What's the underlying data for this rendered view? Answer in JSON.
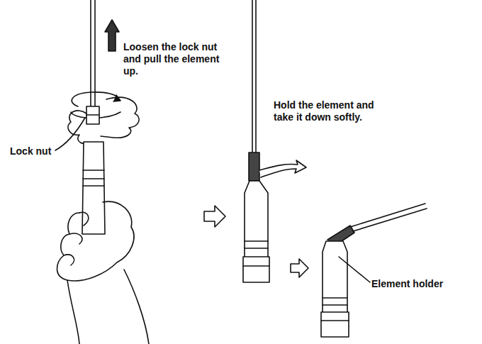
{
  "diagram": {
    "labels": [
      "Loosen the lock nut and pull the element up.",
      "Lock nut",
      "Hold the element and take it down softly.",
      "Element holder"
    ]
  }
}
